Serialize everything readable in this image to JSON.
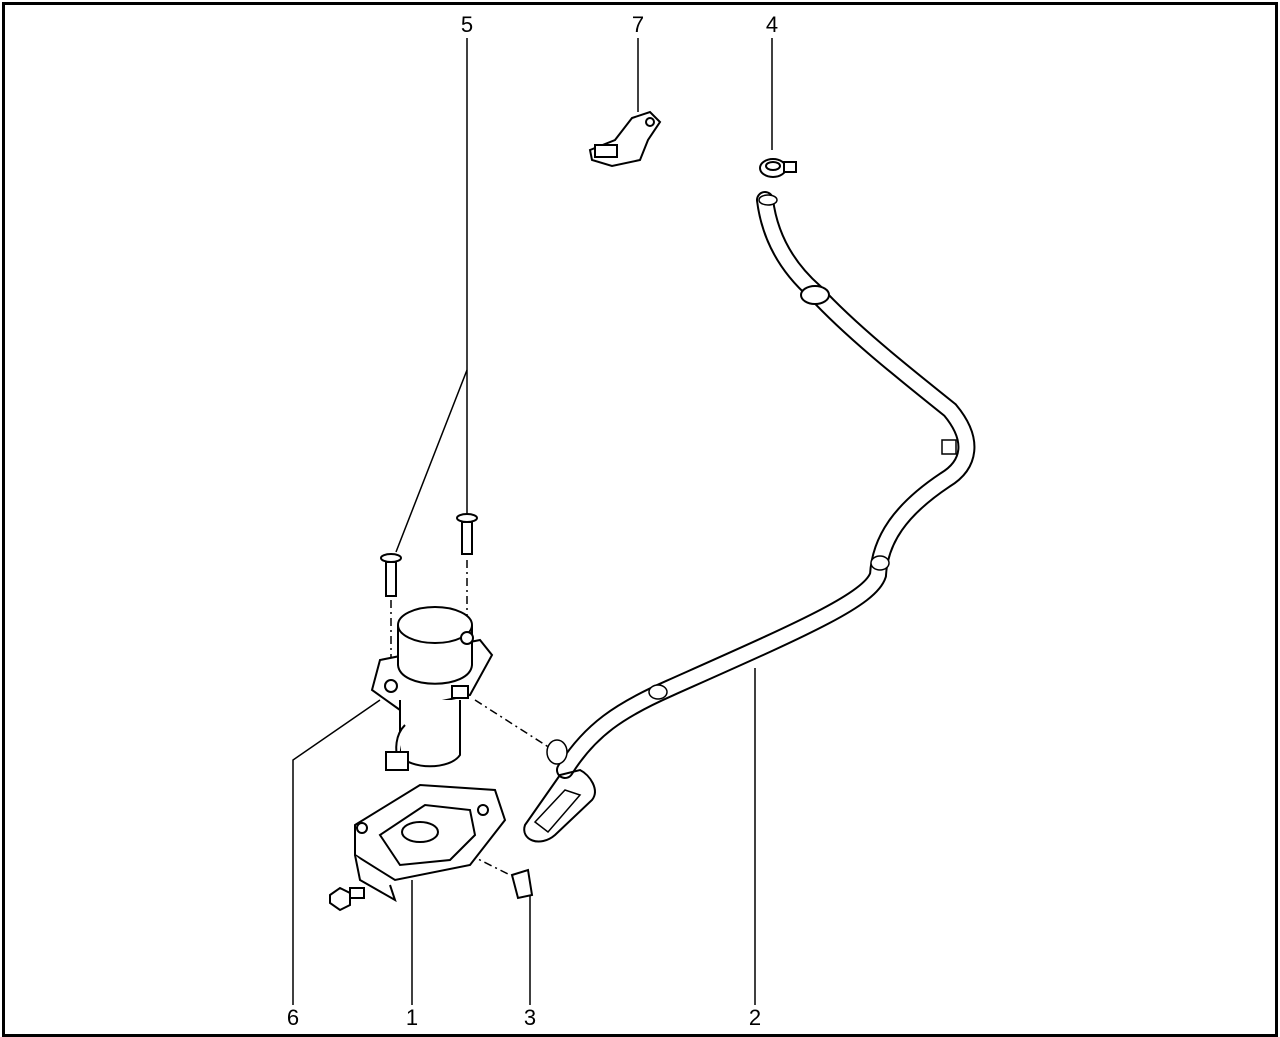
{
  "diagram": {
    "callouts": [
      {
        "id": "5",
        "label": "5"
      },
      {
        "id": "7",
        "label": "7"
      },
      {
        "id": "4",
        "label": "4"
      },
      {
        "id": "6",
        "label": "6"
      },
      {
        "id": "1",
        "label": "1"
      },
      {
        "id": "3",
        "label": "3"
      },
      {
        "id": "2",
        "label": "2"
      }
    ]
  }
}
